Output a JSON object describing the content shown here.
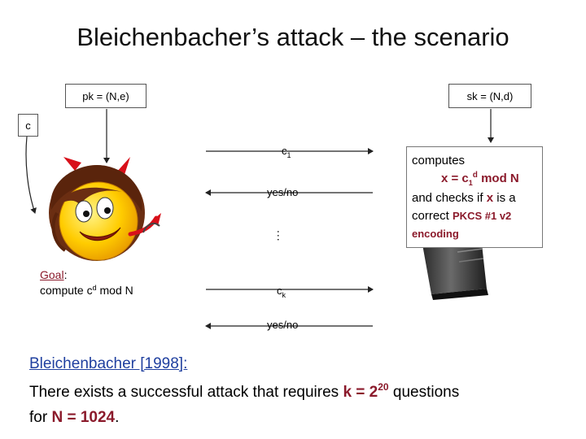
{
  "title": "Bleichenbacher’s attack – the scenario",
  "public_key": "pk = (N,e)",
  "secret_key": "sk = (N,d)",
  "ciphertext": "c",
  "messages": {
    "c1_base": "c",
    "c1_sub": "1",
    "reply_1": "yes/no",
    "dots": "...",
    "ck_base": "c",
    "ck_sub": "k",
    "reply_2": "yes/no"
  },
  "attacker": {
    "goal_label": "Goal",
    "goal_colon": ":",
    "goal_text_pre": "compute c",
    "goal_text_sup": "d",
    "goal_text_post": " mod N"
  },
  "server": {
    "line1": "computes",
    "line2_pre": "x = c",
    "line2_sub": "1",
    "line2_sup": "d",
    "line2_post": " mod N",
    "line3_pre": "and checks if ",
    "line3_var": "x",
    "line3_post": " is a",
    "line4_pre": "correct ",
    "line4_pkcs": "PKCS #1 v2",
    "line5": "encoding"
  },
  "result": {
    "heading": "Bleichenbacher [1998]:",
    "body_pre": "There exists a successful attack that requires ",
    "k_expr": "k = 2",
    "k_exp": "20",
    "body_mid": " questions",
    "line2_pre": "for ",
    "n_expr": "N = 1024",
    "line2_post": "."
  },
  "colors": {
    "accent_red": "#8b1a2b",
    "link_blue": "#1f3f9f",
    "devil_red": "#d8101a",
    "face_yellow": "#ffcc00"
  }
}
